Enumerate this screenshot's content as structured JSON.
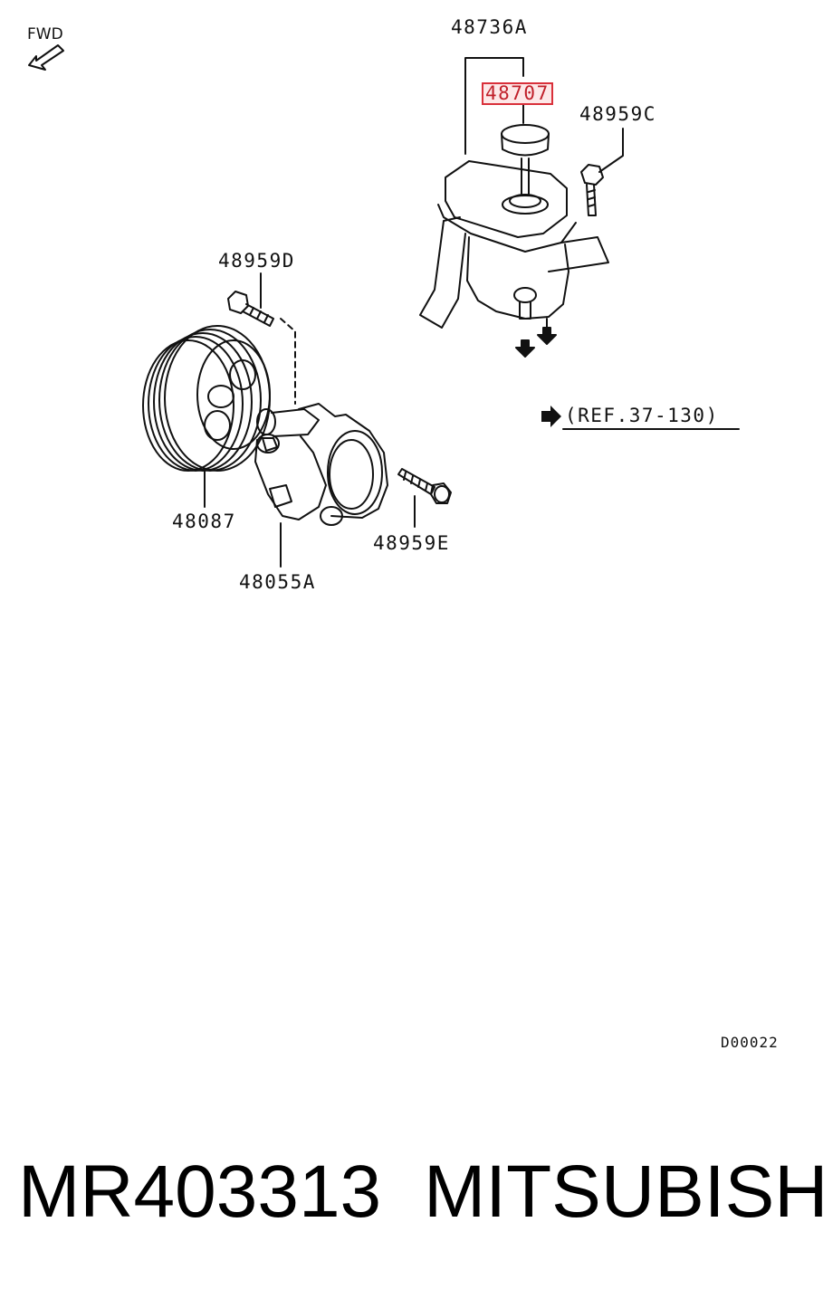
{
  "diagram": {
    "fwd_label": "FWD",
    "ref_label": "(REF.37-130)",
    "diagram_code": "D00022",
    "colors": {
      "line": "#111111",
      "highlight_border": "#d9303a",
      "highlight_fill": "#fde8e8"
    },
    "parts": [
      {
        "number": "48736A"
      },
      {
        "number": "48707",
        "highlighted": true
      },
      {
        "number": "48959C"
      },
      {
        "number": "48959D"
      },
      {
        "number": "48087"
      },
      {
        "number": "48055A"
      },
      {
        "number": "48959E"
      }
    ]
  },
  "footer": {
    "part_number": "MR403313",
    "brand": "MITSUBISHI"
  }
}
